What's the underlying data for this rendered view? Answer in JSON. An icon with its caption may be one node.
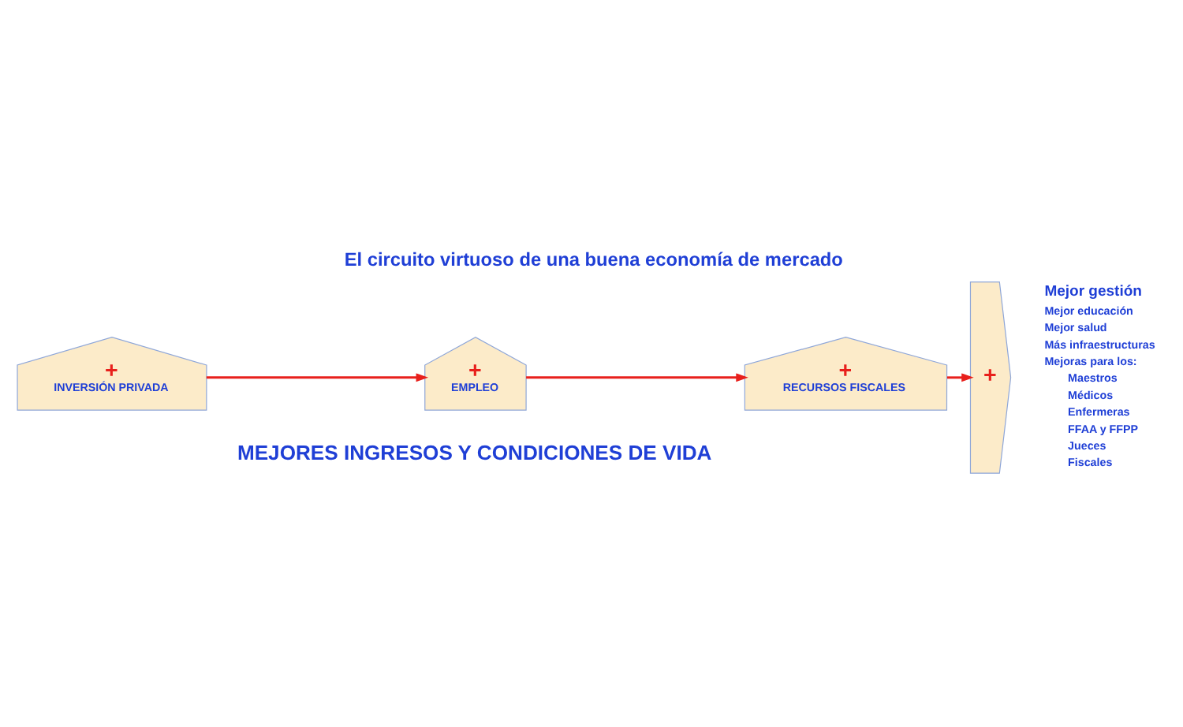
{
  "diagram": {
    "title": "El circuito virtuoso de una buena economía de mercado",
    "nodes": [
      {
        "text": [
          "+",
          "INVERSIÓN PRIVADA"
        ]
      },
      {
        "text": [
          "+",
          "EMPLEO"
        ]
      },
      {
        "text": [
          "+",
          "RECURSOS FISCALES"
        ]
      },
      {
        "text": [
          "+"
        ]
      }
    ],
    "edges": [
      {
        "from": 0,
        "to": 1,
        "arrow": "to"
      },
      {
        "from": 1,
        "to": 2,
        "arrow": "to"
      },
      {
        "from": 2,
        "to": 3,
        "arrow": "to"
      }
    ],
    "labels": [
      "Mejor gestión",
      "Mejor educación",
      "Mejor salud",
      "Más infraestructuras",
      "Mejoras para los:",
      "Maestros",
      "Médicos",
      "Enfermeras",
      "FFAA y FFPP",
      "Jueces",
      "Fiscales",
      "MEJORES INGRESOS Y CONDICIONES DE VIDA"
    ]
  }
}
